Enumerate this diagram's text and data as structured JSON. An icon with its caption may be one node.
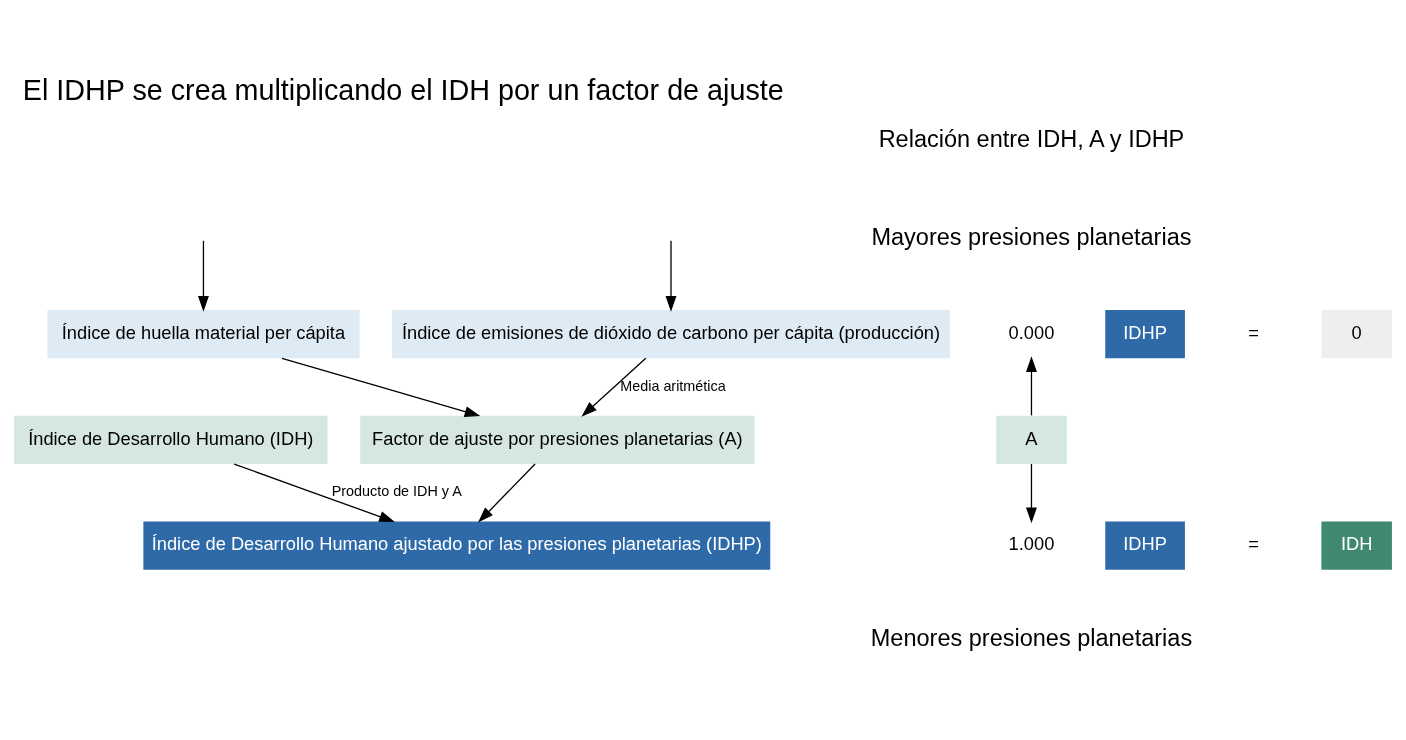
{
  "diagram": {
    "title": "El IDHP se crea multiplicando el IDH por un factor de ajuste",
    "nodes": [
      {
        "text": [
          "Índice de emisiones de dióxido de carbono per cápita (producción)"
        ]
      },
      {
        "text": [
          "Índice de huella material per cápita"
        ]
      },
      {
        "text": [
          "Índice de Desarrollo Humano (IDH)"
        ]
      },
      {
        "text": [
          "Factor de ajuste por presiones planetarias (A)"
        ]
      },
      {
        "text": [
          "Índice de Desarrollo Humano ajustado por las presiones planetarias (IDHP)"
        ]
      },
      {
        "text": [
          "0.000"
        ]
      },
      {
        "text": [
          "A"
        ]
      },
      {
        "text": [
          "1.000"
        ]
      },
      {
        "text": [
          "IDHP"
        ]
      },
      {
        "text": [
          "0"
        ]
      },
      {
        "text": [
          "IDHP"
        ]
      },
      {
        "text": [
          "IDH"
        ]
      }
    ],
    "edges": [
      {
        "from": null,
        "to": 0,
        "arrow": "to"
      },
      {
        "from": null,
        "to": 1,
        "arrow": "to"
      },
      {
        "from": 0,
        "to": 3,
        "arrow": "to",
        "label": "Media aritmética"
      },
      {
        "from": 1,
        "to": 3,
        "arrow": "to"
      },
      {
        "from": 2,
        "to": 4,
        "arrow": "to",
        "label": "Producto de IDH y A"
      },
      {
        "from": 3,
        "to": 4,
        "arrow": "to"
      },
      {
        "from": 6,
        "to": 5,
        "arrow": "to"
      },
      {
        "from": 6,
        "to": 7,
        "arrow": "to"
      }
    ],
    "labels": [
      "Relación entre IDH, A y IDHP",
      "Mayores presiones planetarias",
      "=",
      "=",
      "Menores presiones planetarias"
    ]
  }
}
